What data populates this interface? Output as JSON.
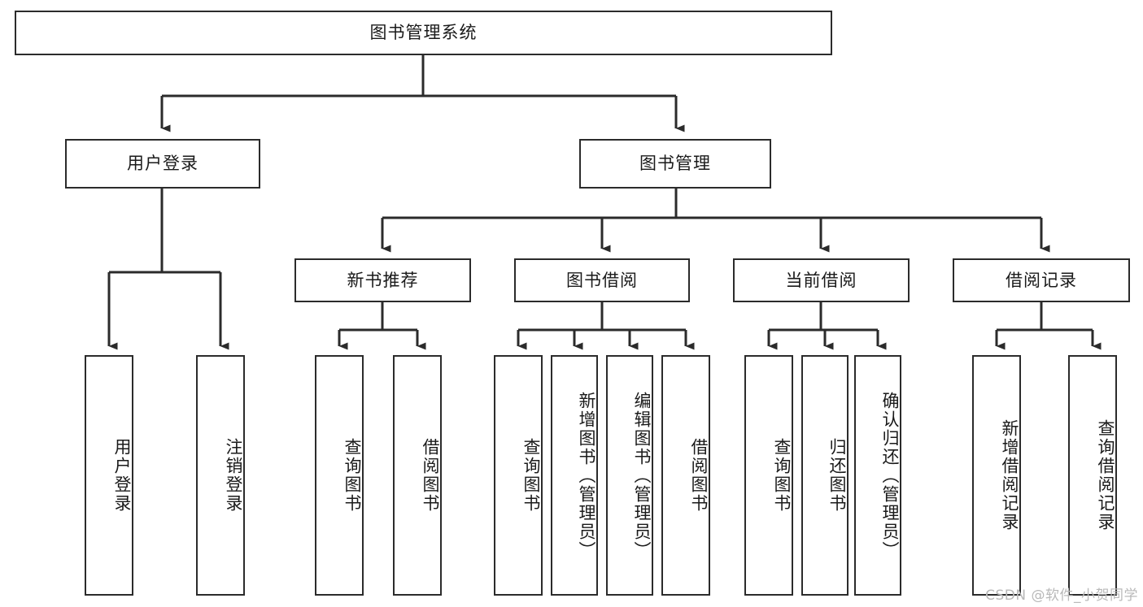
{
  "diagram": {
    "type": "tree",
    "title": "图书管理系统",
    "root": {
      "id": "root",
      "label": "图书管理系统"
    },
    "level2": [
      {
        "id": "user-login",
        "label": "用户登录"
      },
      {
        "id": "book-manage",
        "label": "图书管理"
      }
    ],
    "level3": [
      {
        "id": "new-book-rec",
        "label": "新书推荐",
        "parent": "book-manage"
      },
      {
        "id": "book-borrow",
        "label": "图书借阅",
        "parent": "book-manage"
      },
      {
        "id": "current-borrow",
        "label": "当前借阅",
        "parent": "book-manage"
      },
      {
        "id": "borrow-record",
        "label": "借阅记录",
        "parent": "book-manage"
      }
    ],
    "leaves": [
      {
        "id": "leaf-user-login",
        "label": "用户登录",
        "parent": "user-login"
      },
      {
        "id": "leaf-logout-login",
        "label": "注销登录",
        "parent": "user-login"
      },
      {
        "id": "leaf-query-book-1",
        "label": "查询图书",
        "parent": "new-book-rec"
      },
      {
        "id": "leaf-borrow-book-1",
        "label": "借阅图书",
        "parent": "new-book-rec"
      },
      {
        "id": "leaf-query-book-2",
        "label": "查询图书",
        "parent": "book-borrow"
      },
      {
        "id": "leaf-add-book",
        "label": "新增图书（管理员）",
        "parent": "book-borrow"
      },
      {
        "id": "leaf-edit-book",
        "label": "编辑图书（管理员）",
        "parent": "book-borrow"
      },
      {
        "id": "leaf-borrow-book-2",
        "label": "借阅图书",
        "parent": "book-borrow"
      },
      {
        "id": "leaf-query-book-3",
        "label": "查询图书",
        "parent": "current-borrow"
      },
      {
        "id": "leaf-return-book",
        "label": "归还图书",
        "parent": "current-borrow"
      },
      {
        "id": "leaf-confirm-return",
        "label": "确认归还（管理员）",
        "parent": "current-borrow"
      },
      {
        "id": "leaf-add-record",
        "label": "新增借阅记录",
        "parent": "borrow-record"
      },
      {
        "id": "leaf-query-record",
        "label": "查询借阅记录",
        "parent": "borrow-record"
      }
    ],
    "watermark": "CSDN @软件_小贺同学",
    "colors": {
      "stroke": "#2b2b2b",
      "fill": "#ffffff",
      "text": "#1a1a1a",
      "watermark": "#b9b9b9"
    }
  }
}
